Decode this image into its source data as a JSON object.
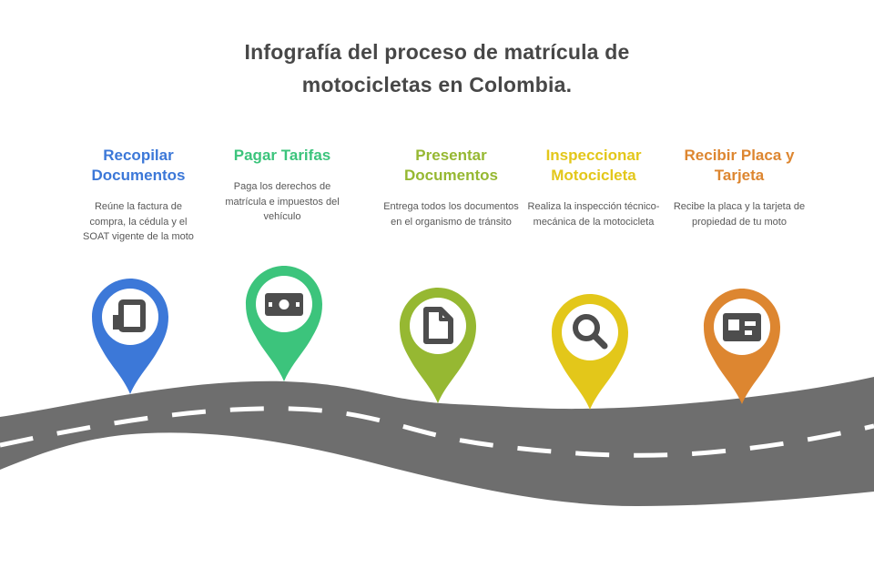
{
  "title": {
    "line1": "Infografía del proceso de matrícula de",
    "line2": "motocicletas en Colombia."
  },
  "road_color": "#6e6e6e",
  "lane_marking_color": "#ffffff",
  "title_color": "#474747",
  "description_color": "#585858",
  "steps": [
    {
      "title": "Recopilar Documentos",
      "description": "Reúne la factura de compra, la cédula y el SOAT vigente de la moto",
      "color": "#3c78d8",
      "icon": "documents-icon"
    },
    {
      "title": "Pagar Tarifas",
      "description": "Paga los derechos de matrícula e impuestos del vehículo",
      "color": "#3cc47c",
      "icon": "money-icon"
    },
    {
      "title": "Presentar Documentos",
      "description": "Entrega todos los documentos en el organismo de tránsito",
      "color": "#96b832",
      "icon": "document-icon"
    },
    {
      "title": "Inspeccionar Motocicleta",
      "description": "Realiza la inspección técnico-mecánica de la motocicleta",
      "color": "#e3c71a",
      "icon": "magnifier-icon"
    },
    {
      "title": "Recibir Placa y Tarjeta",
      "description": "Recibe la placa y la tarjeta de propiedad de tu moto",
      "color": "#dd8630",
      "icon": "id-card-icon"
    }
  ]
}
